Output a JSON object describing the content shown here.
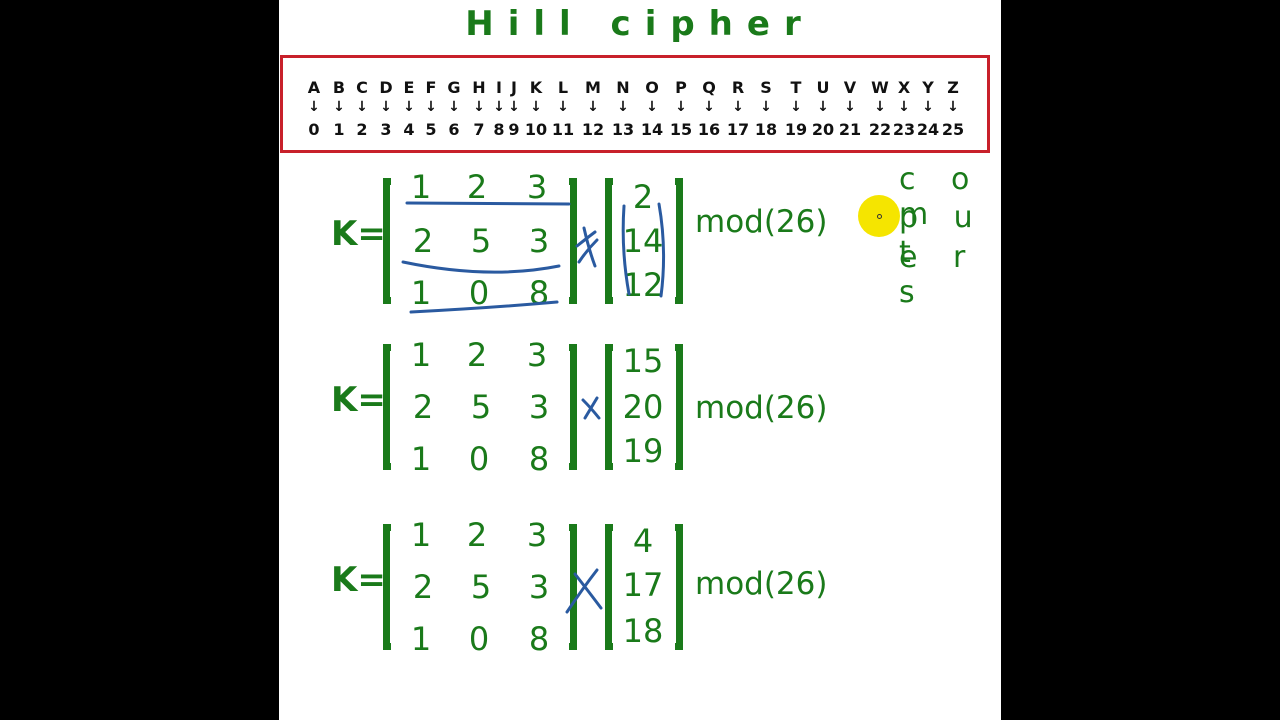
{
  "title": "Hill cipher",
  "alphabet": [
    {
      "letter": "A",
      "num": "0"
    },
    {
      "letter": "B",
      "num": "1"
    },
    {
      "letter": "C",
      "num": "2"
    },
    {
      "letter": "D",
      "num": "3"
    },
    {
      "letter": "E",
      "num": "4"
    },
    {
      "letter": "F",
      "num": "5"
    },
    {
      "letter": "G",
      "num": "6"
    },
    {
      "letter": "H",
      "num": "7"
    },
    {
      "letter": "I",
      "num": "8"
    },
    {
      "letter": "J",
      "num": "9"
    },
    {
      "letter": "K",
      "num": "10"
    },
    {
      "letter": "L",
      "num": "11"
    },
    {
      "letter": "M",
      "num": "12"
    },
    {
      "letter": "N",
      "num": "13"
    },
    {
      "letter": "O",
      "num": "14"
    },
    {
      "letter": "P",
      "num": "15"
    },
    {
      "letter": "Q",
      "num": "16"
    },
    {
      "letter": "R",
      "num": "17"
    },
    {
      "letter": "S",
      "num": "18"
    },
    {
      "letter": "T",
      "num": "19"
    },
    {
      "letter": "U",
      "num": "20"
    },
    {
      "letter": "V",
      "num": "21"
    },
    {
      "letter": "W",
      "num": "22"
    },
    {
      "letter": "X",
      "num": "23"
    },
    {
      "letter": "Y",
      "num": "24"
    },
    {
      "letter": "Z",
      "num": "25"
    }
  ],
  "arrow_glyph": "↓",
  "key_label": "K=",
  "key_matrix": [
    [
      "1",
      "2",
      "3"
    ],
    [
      "2",
      "5",
      "3"
    ],
    [
      "1",
      "0",
      "8"
    ]
  ],
  "vectors": [
    [
      "2",
      "14",
      "12"
    ],
    [
      "15",
      "20",
      "19"
    ],
    [
      "4",
      "17",
      "18"
    ]
  ],
  "mod_label": "mod(26)",
  "side_word": [
    "c o m",
    "p u t",
    "e r s"
  ],
  "colors": {
    "text_green": "#1a7a1a",
    "box_red": "#c8202a",
    "ink_blue": "#2a5aa0",
    "cursor_yellow": "#f5e500"
  }
}
